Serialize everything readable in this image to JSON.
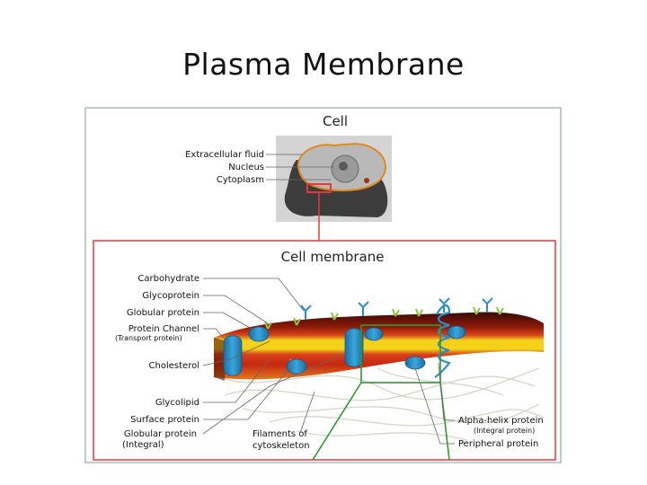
{
  "slide": {
    "title": "Plasma Membrane"
  },
  "cell_panel": {
    "title": "Cell",
    "labels": {
      "extracellular": "Extracellular fluid",
      "nucleus": "Nucleus",
      "cytoplasm": "Cytoplasm"
    }
  },
  "membrane_panel": {
    "title": "Cell membrane",
    "labels": {
      "carbohydrate": "Carbohydrate",
      "glycoprotein": "Glycoprotein",
      "globular_protein": "Globular protein",
      "protein_channel": "Protein Channel",
      "transport_protein": "(Transport protein)",
      "cholesterol": "Cholesterol",
      "glycolipid": "Glycolipid",
      "surface_protein": "Surface protein",
      "globular_protein_2": "Globular protein",
      "integral": "(Integral)",
      "filaments_1": "Filaments of",
      "filaments_2": "cytoskeleton",
      "alpha_helix": "Alpha-helix protein",
      "integral_protein": "(Integral protein)",
      "peripheral": "Peripheral protein"
    }
  },
  "colors": {
    "frame": "#9aa7b5",
    "highlight_red": "#e23b3b",
    "highlight_green": "#2e9a2e",
    "protein_blue": "#2a8fc9",
    "lipid_yellow": "#f4d21a",
    "lipid_red": "#c62812",
    "outer_dark": "#3a0a05"
  }
}
